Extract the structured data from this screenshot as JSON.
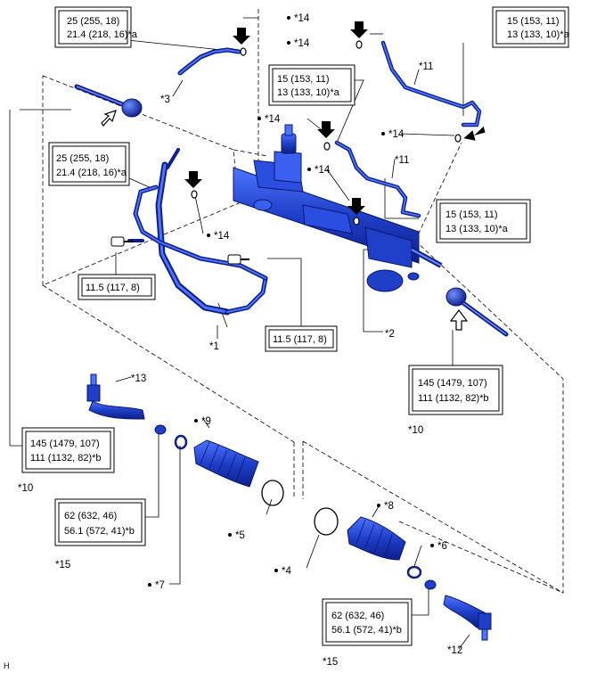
{
  "torque_boxes": {
    "tq_a": {
      "line1": "25 (255, 18)",
      "line2": "21.4 (218, 16)*a"
    },
    "tq_b": {
      "line1": "15 (153, 11)",
      "line2": "13 (133, 10)*a"
    },
    "tq_c": {
      "line1": "15 (153, 11)",
      "line2": "13 (133, 10)*a"
    },
    "tq_d": {
      "line1": "25 (255, 18)",
      "line2": "21.4 (218, 16)*a"
    },
    "tq_e": {
      "line1": "15 (153, 11)",
      "line2": "13 (133, 10)*a"
    },
    "tq_f": {
      "line1": "11.5 (117, 8)"
    },
    "tq_g": {
      "line1": "11.5 (117, 8)"
    },
    "tq_h": {
      "line1": "145 (1479, 107)",
      "line2": "111 (1132, 82)*b"
    },
    "tq_i": {
      "line1": "145 (1479, 107)",
      "line2": "111 (1132, 82)*b"
    },
    "tq_j": {
      "line1": "62 (632, 46)",
      "line2": "56.1 (572, 41)*b"
    },
    "tq_k": {
      "line1": "62 (632, 46)",
      "line2": "56.1 (572, 41)*b"
    }
  },
  "labels": {
    "l14a": "*14",
    "l14b": "*14",
    "l14c": "*14",
    "l14d": "*14",
    "l14e": "*14",
    "l14f": "*14",
    "l3": "*3",
    "l11a": "*11",
    "l11b": "*11",
    "l1": "*1",
    "l2": "*2",
    "l10a": "*10",
    "l10b": "*10",
    "l13": "*13",
    "l9": "*9",
    "l8": "*8",
    "l5": "*5",
    "l4": "*4",
    "l6": "*6",
    "l7": "*7",
    "l12": "*12",
    "l15a": "*15",
    "l15b": "*15"
  },
  "corner_code": "H",
  "colors": {
    "part": "#1f3fc8",
    "part_dark": "#0d1f8a",
    "part_light": "#4d74ff",
    "line": "#000000"
  }
}
